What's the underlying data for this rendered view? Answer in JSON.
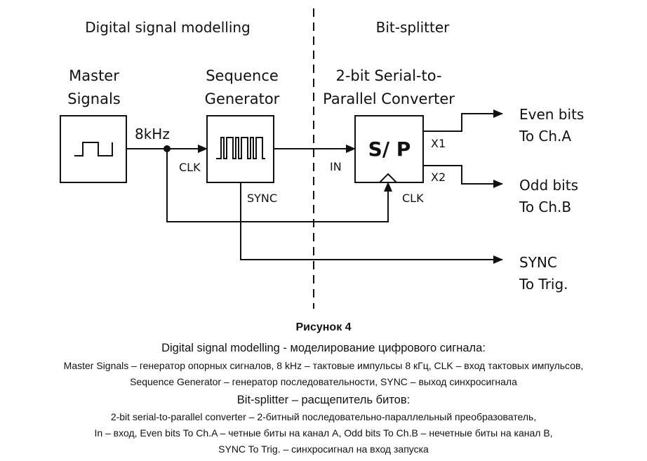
{
  "diagram": {
    "section_left_title": "Digital signal modelling",
    "section_right_title": "Bit-splitter",
    "master": {
      "line1": "Master",
      "line2": "Signals"
    },
    "sequence": {
      "line1": "Sequence",
      "line2": "Generator"
    },
    "converter": {
      "line1": "2-bit Serial-to-",
      "line2": "Parallel Converter",
      "symbol": "S/ P"
    },
    "freq_label": "8kHz",
    "clk_in_label": "CLK",
    "sync_out_label": "SYNC",
    "in_label": "IN",
    "conv_clk_label": "CLK",
    "x1_label": "X1",
    "x2_label": "X2",
    "even": {
      "line1": "Even bits",
      "line2": "To Ch.A"
    },
    "odd": {
      "line1": "Odd bits",
      "line2": "To Ch.B"
    },
    "sync_trig": {
      "line1": "SYNC",
      "line2": "To Trig."
    }
  },
  "caption": {
    "title": "Рисунок 4",
    "heading1": "Digital signal modelling - моделирование цифрового сигнала:",
    "line1": "Master Signals – генератор опорных сигналов, 8 kHz – тактовые импульсы 8 кГц, CLK – вход тактовых импульсов,",
    "line2": "Sequence Generator – генератор последовательности, SYNC – выход синхросигнала",
    "heading2": "Bit-splitter – расщепитель битов:",
    "line3": "2-bit serial-to-parallel converter – 2-битный последовательно-параллельный преобразователь,",
    "line4": "In – вход, Even bits To Ch.A – четные биты на канал A, Odd bits To Ch.B – нечетные биты на канал B,",
    "line5": "SYNC To Trig. – синхросигнал на вход запуска"
  }
}
